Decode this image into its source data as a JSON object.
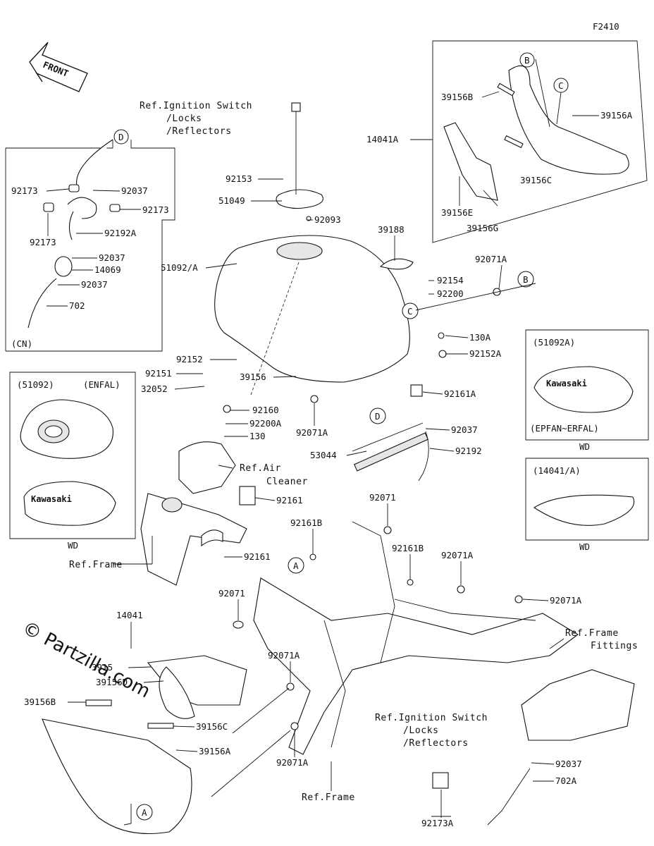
{
  "figure_code": "F2410",
  "front_arrow": "FRONT",
  "watermark": "© Partzilla.com",
  "refs": {
    "ignition_top_1": "Ref.Ignition Switch",
    "ignition_top_2": "/Locks",
    "ignition_top_3": "/Reflectors",
    "air_cleaner_1": "Ref.Air",
    "air_cleaner_2": "Cleaner",
    "frame_left": "Ref.Frame",
    "frame_fittings_1": "Ref.Frame",
    "frame_fittings_2": "Fittings",
    "ignition_bot_1": "Ref.Ignition Switch",
    "ignition_bot_2": "/Locks",
    "ignition_bot_3": "/Reflectors",
    "frame_bottom": "Ref.Frame"
  },
  "circles": {
    "A": "A",
    "B": "B",
    "C": "C",
    "D": "D"
  },
  "panel_cn": {
    "tag": "(CN)",
    "parts": [
      "92173",
      "92037",
      "92173",
      "92173",
      "92192A",
      "92037",
      "14069",
      "92037",
      "702"
    ]
  },
  "panel_51092": {
    "code": "(51092)",
    "spec": "(ENFAL)",
    "wd": "WD",
    "brand": "Kawasaki"
  },
  "panel_51092a": {
    "code": "(51092A)",
    "spec": "(EPFAN~ERFAL)",
    "wd": "WD",
    "brand": "Kawasaki"
  },
  "panel_14041a": {
    "code": "(14041/A)",
    "wd": "WD"
  },
  "panel_top_right": {
    "parts": [
      "39156B",
      "39156A",
      "14041A",
      "39156C",
      "39156E",
      "39156G"
    ]
  },
  "parts": {
    "p92153": "92153",
    "p51049": "51049",
    "p92093": "92093",
    "p39188": "39188",
    "p51092A": "51092/A",
    "p92071A_top": "92071A",
    "p92154": "92154",
    "p92200": "92200",
    "p130A": "130A",
    "p92152A": "92152A",
    "p92152": "92152",
    "p92151": "92151",
    "p32052": "32052",
    "p39156": "39156",
    "p92161A": "92161A",
    "p92160": "92160",
    "p92200A": "92200A",
    "p130": "130",
    "p92071A_mid": "92071A",
    "p92037_mid": "92037",
    "p53044": "53044",
    "p92192": "92192",
    "p92161_up": "92161",
    "p92071": "92071",
    "p92161B_1": "92161B",
    "p92161B_2": "92161B",
    "p92071A_r1": "92071A",
    "p92161_low": "92161",
    "p92071_left": "92071",
    "p92071A_r2": "92071A",
    "p14041": "14041",
    "p39156_partial": "3915",
    "p39156D": "39156D",
    "p39156B": "39156B",
    "p92071A_l1": "92071A",
    "p39156C": "39156C",
    "p39156A": "39156A",
    "p92071A_l2": "92071A",
    "p92037_r": "92037",
    "p702A": "702A",
    "p92173A": "92173A"
  }
}
